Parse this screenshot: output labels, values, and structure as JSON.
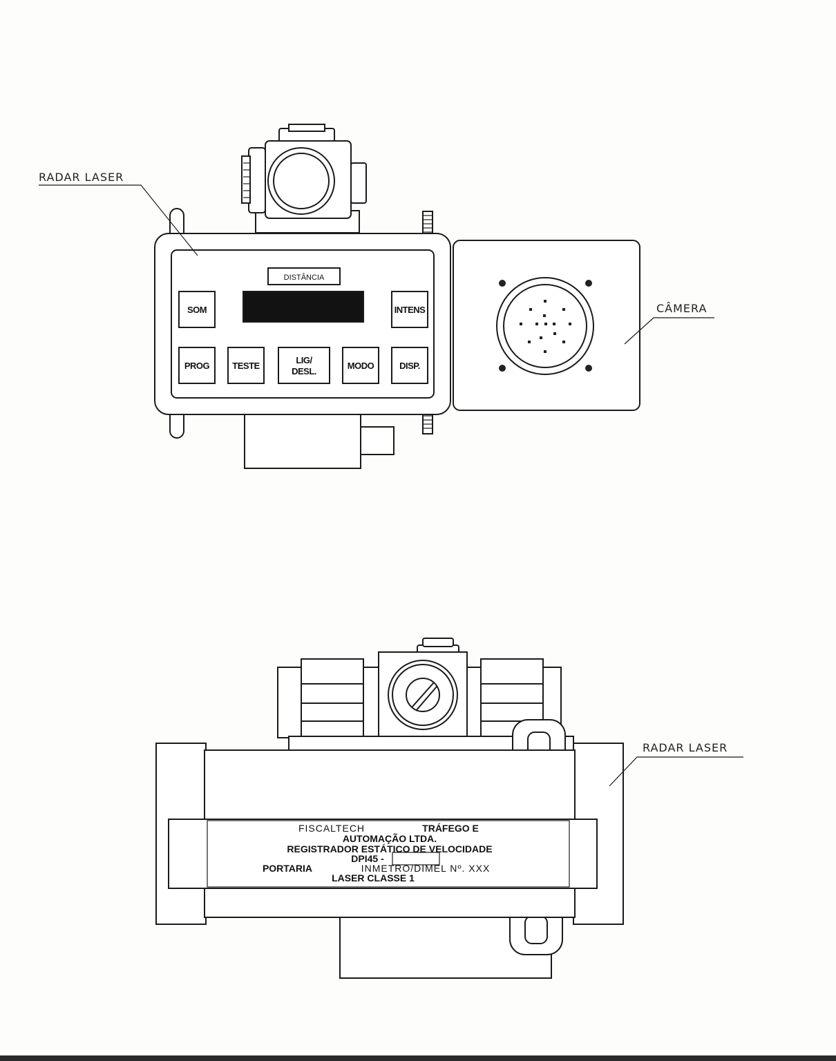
{
  "callouts": {
    "radar_laser_top": "RADAR LASER",
    "camera": "CÂMERA",
    "radar_laser_bottom": "RADAR LASER"
  },
  "panel": {
    "display_label": "DISTÂNCIA",
    "buttons": {
      "som": "SOM",
      "intens": "INTENS",
      "prog": "PROG",
      "teste": "TESTE",
      "lig_line1": "LIG/",
      "lig_line2": "DESL.",
      "modo": "MODO",
      "disp": "DISP."
    }
  },
  "plate": {
    "line1_a": "FISCALTECH",
    "line1_b": "TRÁFEGO E",
    "line2": "AUTOMAÇÃO LTDA.",
    "line3": "REGISTRADOR ESTÁTICO DE VELOCIDADE",
    "line4": "DPI45 -",
    "line5_a": "PORTARIA",
    "line5_b": "INMETRO/DIMEL Nº. XXX",
    "line6": "LASER CLASSE 1"
  }
}
